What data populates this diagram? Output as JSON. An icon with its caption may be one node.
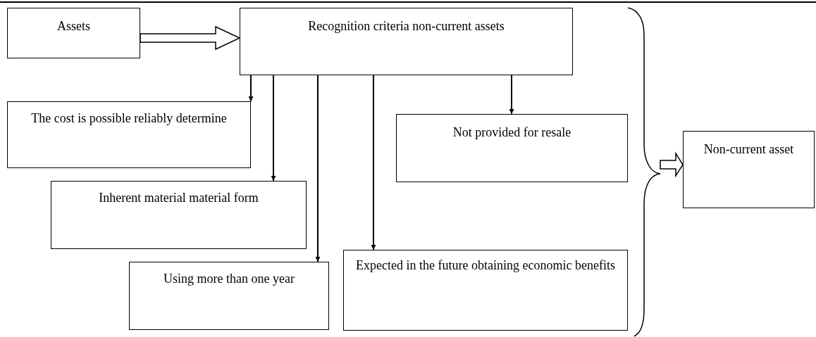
{
  "diagram": {
    "nodes": [
      {
        "text": [
          "Assets"
        ]
      },
      {
        "text": [
          "Recognition criteria non-current assets"
        ]
      },
      {
        "text": [
          "The cost is possible reliably determine"
        ]
      },
      {
        "text": [
          "Inherent material material form"
        ]
      },
      {
        "text": [
          "Using more than one year"
        ]
      },
      {
        "text": [
          "Expected in the future obtaining economic benefits"
        ]
      },
      {
        "text": [
          "Not provided for resale"
        ]
      },
      {
        "text": [
          "Non-current asset"
        ]
      }
    ],
    "edges": [
      {
        "from": 0,
        "to": 1,
        "arrow": "to",
        "style": "thick"
      },
      {
        "from": 1,
        "to": 2,
        "arrow": "to"
      },
      {
        "from": 1,
        "to": 3,
        "arrow": "to"
      },
      {
        "from": 1,
        "to": 4,
        "arrow": "to"
      },
      {
        "from": 1,
        "to": 5,
        "arrow": "to"
      },
      {
        "from": 1,
        "to": 6,
        "arrow": "to"
      },
      {
        "from": null,
        "to": 7,
        "arrow": "to",
        "style": "thick"
      }
    ]
  }
}
